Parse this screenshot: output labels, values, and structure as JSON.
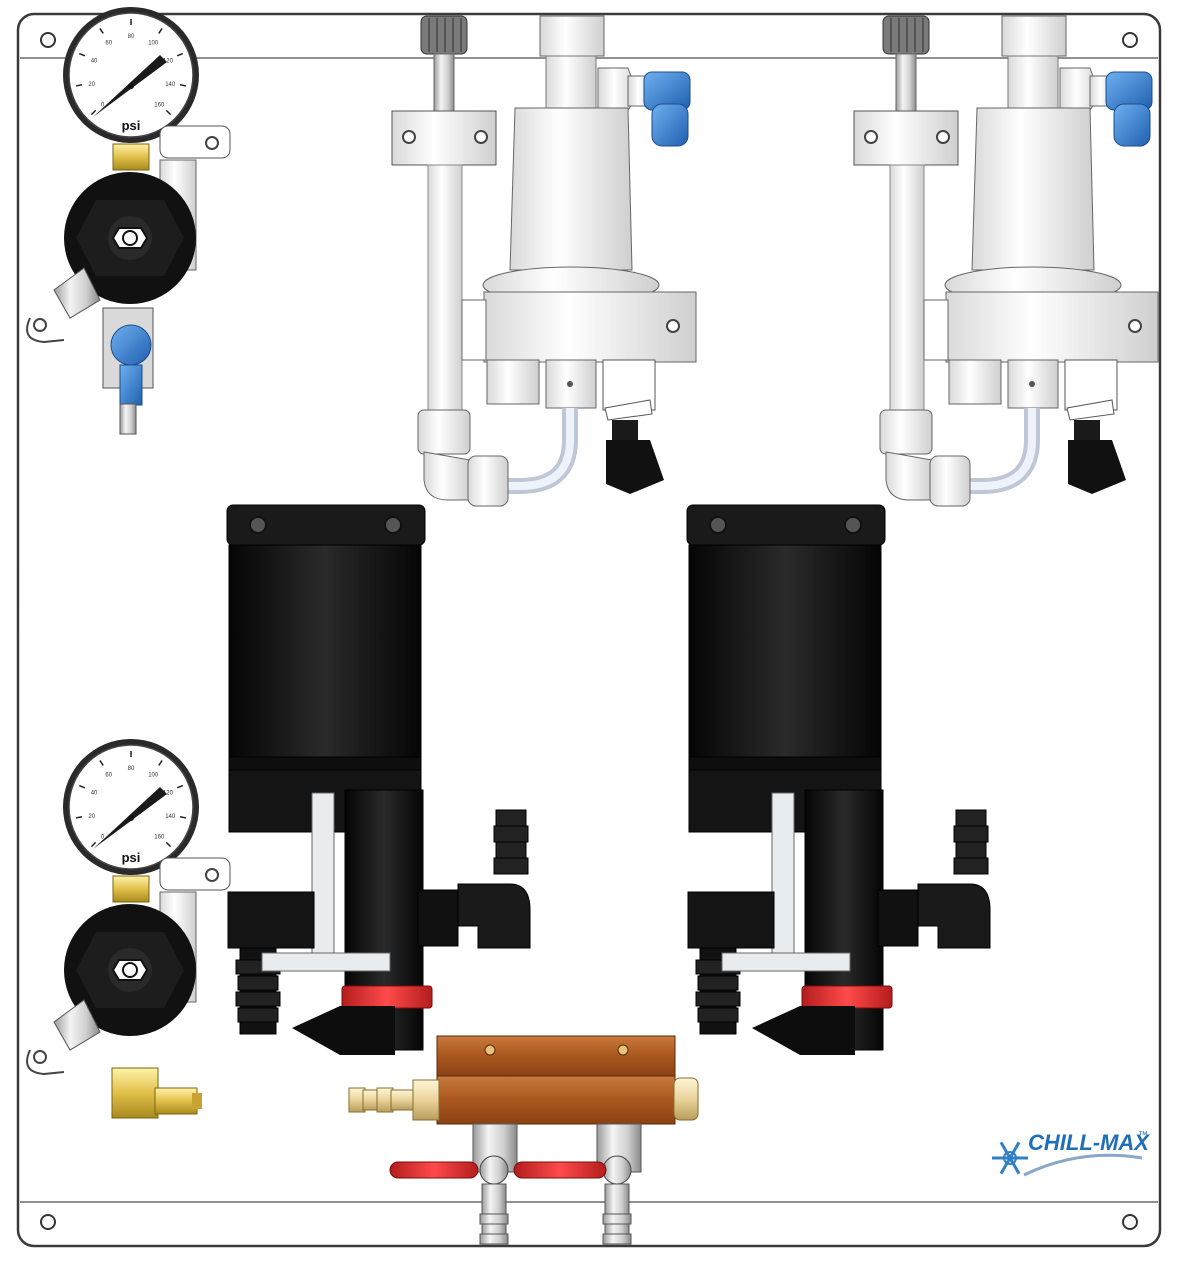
{
  "gauges": [
    {
      "id": "top",
      "unit": "psi",
      "ticks": [
        "0",
        "20",
        "40",
        "60",
        "80",
        "100",
        "120",
        "140",
        "160"
      ]
    },
    {
      "id": "bottom",
      "unit": "psi",
      "ticks": [
        "0",
        "20",
        "40",
        "60",
        "80",
        "100",
        "120",
        "140",
        "160"
      ]
    }
  ],
  "brand": {
    "name": "CHILL-MAX",
    "trademark": "™"
  },
  "colors": {
    "panel": "#ffffff",
    "outline": "#3a3a3a",
    "pump_black": "#111111",
    "connector_blue": "#3a7fd0",
    "manifold_copper": "#b5622c",
    "valve_red": "#d22a2a",
    "brass": "#e6c65a",
    "beige_fitting": "#e9d8a6",
    "brand_blue": "#1f6fb8"
  },
  "icons": {
    "regulator": "pressure-regulator-knob-icon",
    "gauge": "pressure-gauge-icon",
    "pump": "bib-pump-icon",
    "manifold": "gas-manifold-icon",
    "valve": "ball-valve-handle-icon",
    "snowflake": "snowflake-icon"
  }
}
